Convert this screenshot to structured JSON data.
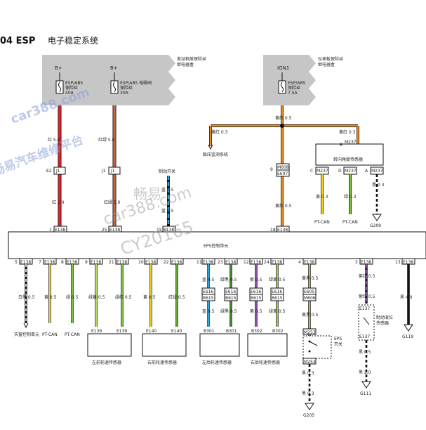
{
  "title": {
    "code": "04 ESP",
    "name": "电子稳定系统"
  },
  "fuse_boxes": {
    "engine_label": [
      "发动机舱保险丝",
      "继电器盒"
    ],
    "dash_label": [
      "仪表板保险丝",
      "继电器盒"
    ]
  },
  "power": {
    "bplus1": "B+",
    "bplus2": "B+",
    "ign1": "IGN1"
  },
  "fuses": {
    "f1": [
      "ESP/ABS",
      "保险丝",
      "40A"
    ],
    "f2": [
      "ESP/ABS 电磁阀",
      "保险丝",
      "30A"
    ],
    "f3": [
      "ESP/ABS",
      "保险丝",
      "7.5A"
    ]
  },
  "wires": {
    "red5": "红 5.0",
    "redgreen5": "红绿 5.0",
    "yellowred05": "黄红 0.5",
    "yellowred03": "黄红 0.3",
    "blue05": "蓝 0.5",
    "black03": "黑 0.3",
    "yellow03": "黄 0.3",
    "green03": "绿 0.3",
    "white05": "白黑 0.5",
    "yellow05": "黄 0.5",
    "green05": "绿 0.5",
    "greenyellow05": "绿黄 0.5",
    "greenred05": "绿红 0.5",
    "redyellow05": "红绿 0.5",
    "blue05b": "蓝 0.5",
    "greenblack05": "绿黑 0.5",
    "purple05": "紫 0.5",
    "redblack05": "黄黑 0.5",
    "purplered05": "紫红 0.5",
    "black20": "黑 2.0",
    "black40": "黑 4.0",
    "black05": "黑 0.5"
  },
  "connectors": {
    "e2j1": [
      "E2",
      "J1"
    ],
    "j1j1": [
      "J1",
      "J1"
    ],
    "m608": [
      "M608",
      "E607"
    ],
    "b_m237": [
      "B",
      "M237"
    ],
    "cm237": [
      "C",
      "M237"
    ],
    "dm237": [
      "D",
      "M237"
    ],
    "am237": [
      "A",
      "M237"
    ],
    "e616b615": [
      "E616",
      "B615"
    ],
    "e605m606": [
      "E605",
      "M606"
    ],
    "m253": "M253",
    "e137": "E137"
  },
  "pins_top": [
    {
      "n": "1",
      "c": "E138"
    },
    {
      "n": "25",
      "c": "E138"
    },
    {
      "n": "15",
      "c": "E138"
    },
    {
      "n": "18",
      "c": "E138"
    }
  ],
  "pins_bottom": [
    {
      "n": "5",
      "c": "E138"
    },
    {
      "n": "7",
      "c": "E138"
    },
    {
      "n": "8",
      "c": "E138"
    },
    {
      "n": "9",
      "c": "E138"
    },
    {
      "n": "21",
      "c": "E138"
    },
    {
      "n": "10",
      "c": "E138"
    },
    {
      "n": "22",
      "c": "E138"
    },
    {
      "n": "11",
      "c": "E138"
    },
    {
      "n": "23",
      "c": "E138"
    },
    {
      "n": "12",
      "c": "E138"
    },
    {
      "n": "24",
      "c": "E138"
    },
    {
      "n": "4",
      "c": "E138"
    },
    {
      "n": "3",
      "c": "E138"
    },
    {
      "n": "13",
      "c": "E138"
    }
  ],
  "modules": {
    "esp": "EPS控制单元",
    "steer": "转向角度传感器",
    "brake_switch": "制动开关",
    "tire": "胎压监测系统",
    "sunroof": "天窗控制单元",
    "ptcan": "PT-CAN",
    "fl": "左前轮速传感器",
    "fr": "右前轮速传感器",
    "rl": "左后轮速传感器",
    "rr": "右后轮速传感器",
    "eps_switch": [
      "EPS",
      "开关"
    ],
    "brake_level": [
      "制动液位",
      "传感器"
    ]
  },
  "sensor_conns": {
    "e139": "E139",
    "e140": "E140",
    "b301": "B301",
    "b302": "B302"
  },
  "grounds": {
    "g209": "G209",
    "g119": "G119",
    "g111": "G111",
    "g205": "G205"
  },
  "watermark": {
    "site": "car388.com",
    "cn": "畅易汽车维修平台",
    "cn2": "畅易",
    "site2": "car388.com",
    "id": "CY20165"
  },
  "colors": {
    "red": "#e0262b",
    "redgreen": "#c8643a",
    "orange": "#f08a1e",
    "yellow": "#f2d21a",
    "green": "#7cc23a",
    "blue": "#2aa8e0",
    "purple": "#8a4fa8",
    "black": "#111111"
  }
}
